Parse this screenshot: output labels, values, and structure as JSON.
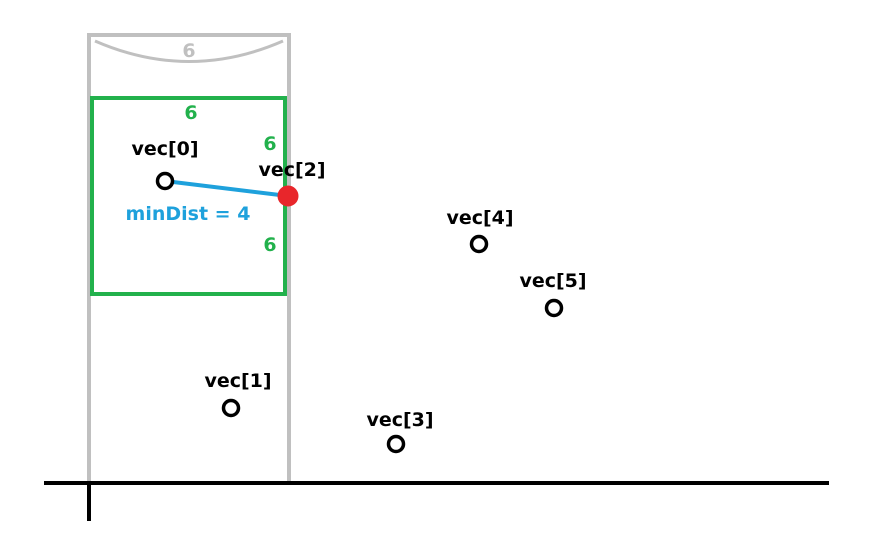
{
  "diagram": {
    "points": [
      {
        "label": "vec[0]",
        "highlight": false
      },
      {
        "label": "vec[1]",
        "highlight": false
      },
      {
        "label": "vec[2]",
        "highlight": true
      },
      {
        "label": "vec[3]",
        "highlight": false
      },
      {
        "label": "vec[4]",
        "highlight": false
      },
      {
        "label": "vec[5]",
        "highlight": false
      }
    ],
    "strip": {
      "label": "6",
      "color": "#c0c0c0"
    },
    "search_box": {
      "labels": [
        "6",
        "6",
        "6"
      ],
      "color": "#22b14c"
    },
    "min_dist": {
      "label": "minDist = 4",
      "color": "#1ea1dc"
    },
    "colors": {
      "axis": "#000000",
      "point": "#000000",
      "highlight_point": "#e8262b"
    }
  }
}
